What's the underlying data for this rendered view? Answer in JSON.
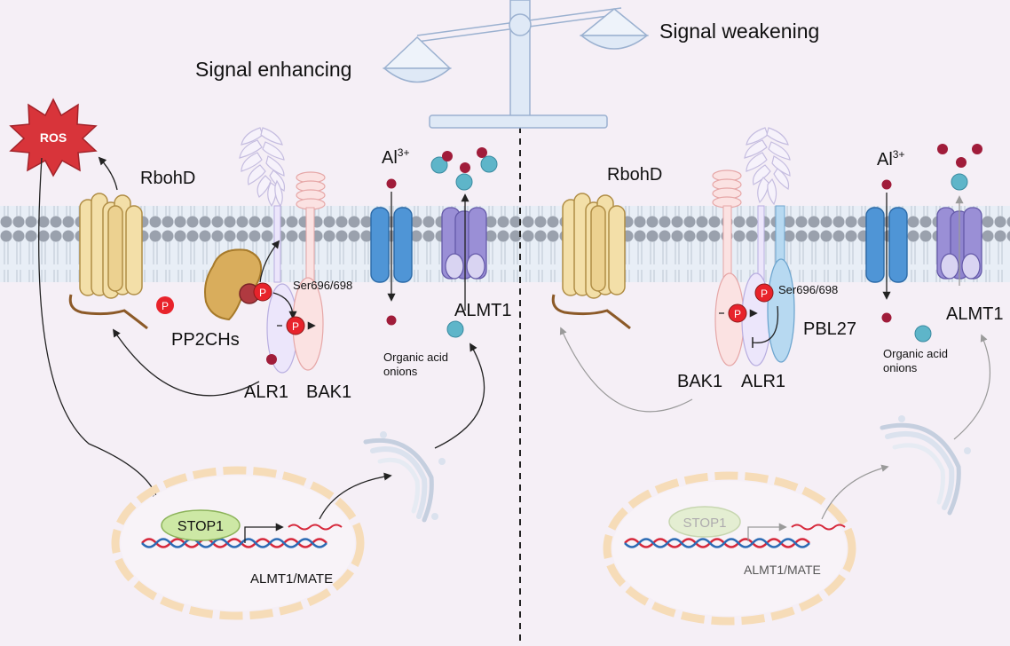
{
  "balance": {
    "left_label": "Signal enhancing",
    "right_label": "Signal weakening"
  },
  "left_panel": {
    "ros": "ROS",
    "rbohd": "RbohD",
    "aluminum": "Al",
    "aluminum_charge": "3+",
    "almt1": "ALMT1",
    "pp2chs": "PP2CHs",
    "phospho_site": "Ser696/698",
    "alr1": "ALR1",
    "bak1": "BAK1",
    "organic_acid_line1": "Organic acid",
    "organic_acid_line2": "onions",
    "stop1": "STOP1",
    "gene": "ALMT1/MATE",
    "phospho": "P"
  },
  "right_panel": {
    "rbohd": "RbohD",
    "aluminum": "Al",
    "aluminum_charge": "3+",
    "almt1": "ALMT1",
    "phospho_site": "Ser696/698",
    "pbl27": "PBL27",
    "bak1": "BAK1",
    "alr1": "ALR1",
    "organic_acid_line1": "Organic acid",
    "organic_acid_line2": "onions",
    "stop1": "STOP1",
    "gene": "ALMT1/MATE",
    "phospho": "P"
  },
  "colors": {
    "background": "#f5eff6",
    "membrane_head": "#9aa1ad",
    "membrane_tail": "#dfe6f0",
    "rbohd": "#f3dfa8",
    "pp2ch": "#d9ad5c",
    "phospho": "#e8232b",
    "aluminum": "#a01c3a",
    "organic_acid": "#5eb5c9",
    "channel_blue": "#4f95d6",
    "almt_purple": "#8f84cf",
    "alr1": "#e7e1f6",
    "bak1": "#fbe2e2",
    "pbl27": "#b7d9f1",
    "ros": "#d8343a",
    "nucleus": "#f6dcb8",
    "dna_red": "#d6283b",
    "dna_blue": "#2c6bb4",
    "stop1": "#cde8a5"
  }
}
